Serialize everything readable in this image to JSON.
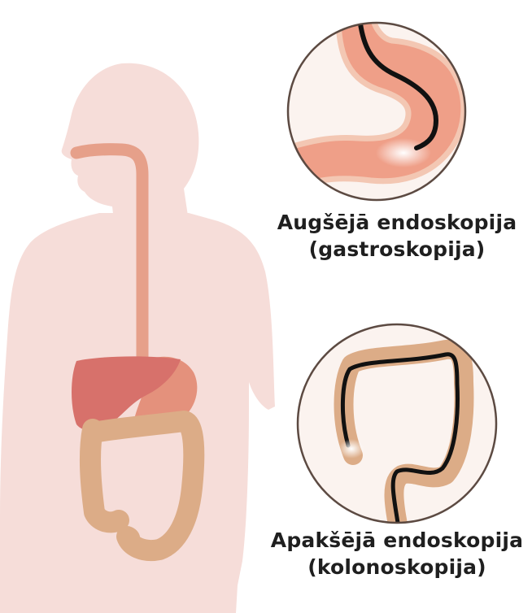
{
  "captions": {
    "upper": {
      "title": "Augšējā endoskopija",
      "subtitle": "(gastroskopija)"
    },
    "lower": {
      "title": "Apakšējā endoskopija",
      "subtitle": "(kolonoskopija)"
    }
  },
  "colors": {
    "body": "#f6ddd9",
    "esophagus": "#e6a08a",
    "liver": "#d7716b",
    "stomach": "#e4917c",
    "colon": "#dcac87",
    "scope": "#111111",
    "circle_border": "#5c4a42"
  }
}
